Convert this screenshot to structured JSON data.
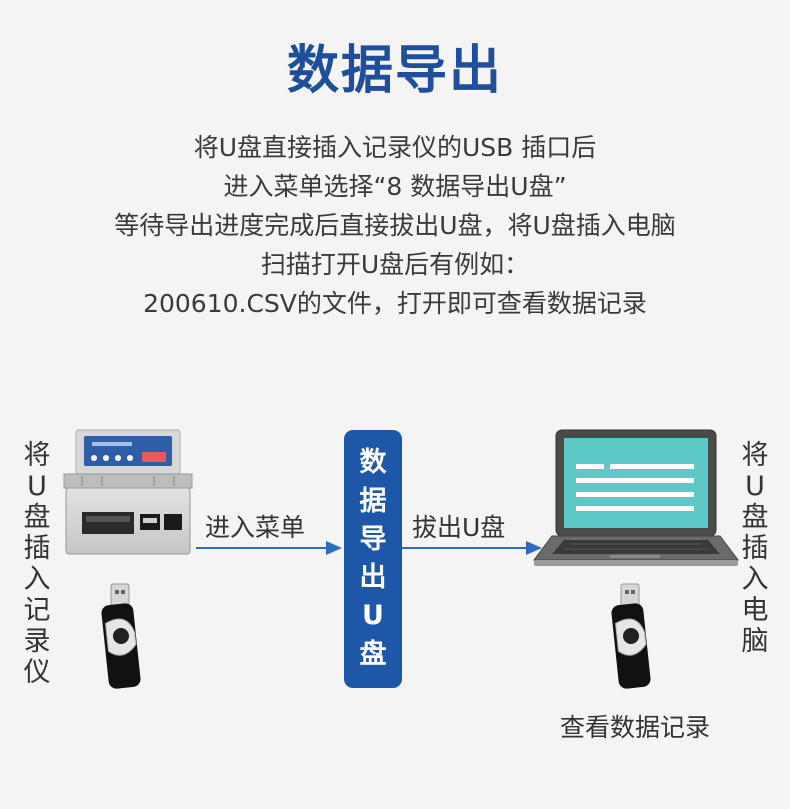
{
  "title": "数据导出",
  "description": [
    "将U盘直接插入记录仪的USB 插口后",
    "进入菜单选择“8 数据导出U盘”",
    "等待导出进度完成后直接拔出U盘，将U盘插入电脑",
    "扫描打开U盘后有例如：",
    "200610.CSV的文件，打开即可查看数据记录"
  ],
  "left_label": "将U盘插入记录仪",
  "right_label": "将U盘插入电脑",
  "center_box": [
    "数",
    "据",
    "导",
    "出",
    "U",
    "盘"
  ],
  "arrow1_label": "进入菜单",
  "arrow2_label": "拔出U盘",
  "bottom_caption": "查看数据记录",
  "colors": {
    "accent": "#1e56a8",
    "title": "#1f4e9c",
    "screen": "#5ec8c6"
  }
}
